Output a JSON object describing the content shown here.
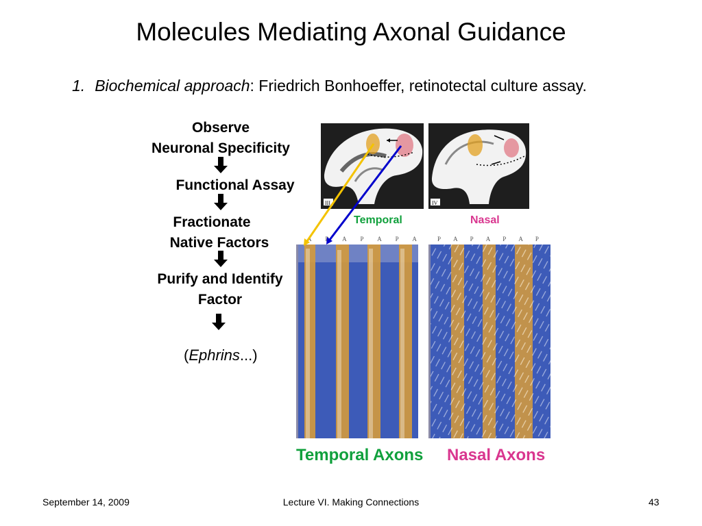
{
  "slide": {
    "title": "Molecules Mediating Axonal Guidance",
    "subtitle": {
      "number": "1.",
      "emphasis": "Biochemical approach",
      "rest": ": Friedrich Bonhoeffer, retinotectal culture assay."
    },
    "steps": {
      "observe_1": "Observe",
      "observe_2": "Neuronal Specificity",
      "assay": "Functional Assay",
      "fractionate_1": "Fractionate",
      "fractionate_2": "Native Factors",
      "purify_1": "Purify and Identify",
      "purify_2": "Factor"
    },
    "result": {
      "open": "(",
      "name": "Ephrins",
      "close": "...)"
    },
    "figure": {
      "label_temporal": "Temporal",
      "label_nasal": "Nasal",
      "panel_left_id": "III",
      "panel_right_id": "IV",
      "lanes_left": [
        "A",
        "P",
        "A",
        "P",
        "A",
        "P",
        "A"
      ],
      "lanes_right": [
        "P",
        "A",
        "P",
        "A",
        "P",
        "A",
        "P"
      ],
      "caption_temporal": "Temporal Axons",
      "caption_nasal": "Nasal Axons"
    },
    "footer": {
      "date": "September 14, 2009",
      "lecture": "Lecture VI. Making Connections",
      "page": "43"
    },
    "colors": {
      "temporal_green": "#10a03c",
      "nasal_pink": "#d9368f",
      "stripe_blue": "#3d5bb8",
      "stripe_orange": "#d49a3c",
      "temporal_arrow_yellow": "#f4c300",
      "nasal_arrow_blue": "#0000cc"
    }
  }
}
